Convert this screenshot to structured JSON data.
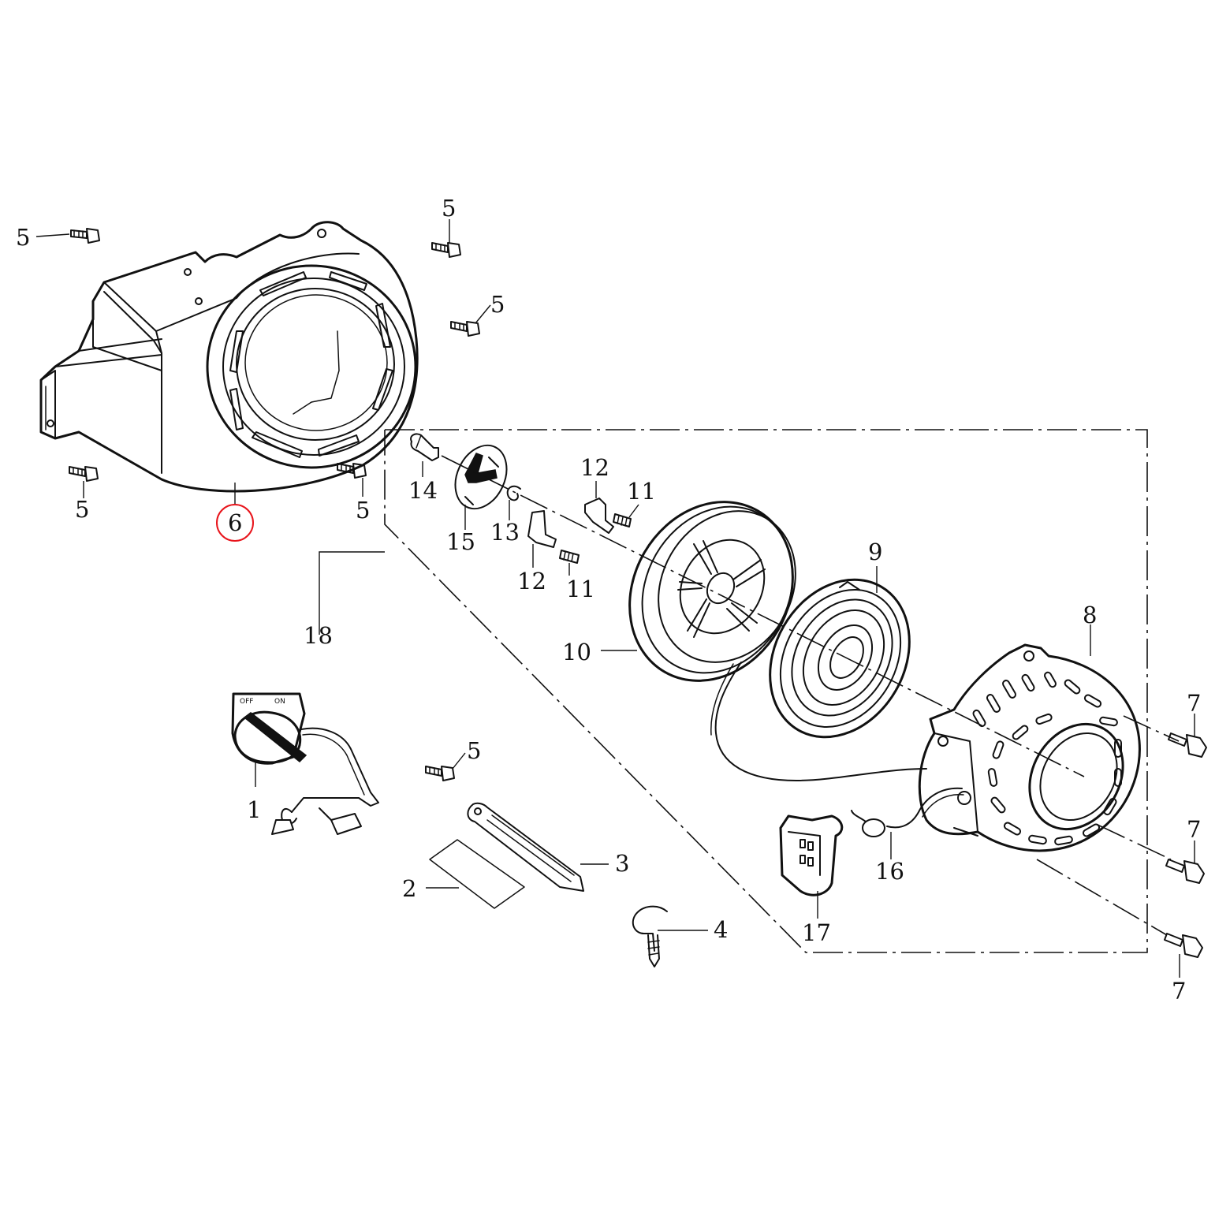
{
  "diagram": {
    "highlight_color": "#e8141b",
    "highlighted_part": "6",
    "callouts": {
      "c1": "1",
      "c2": "2",
      "c3": "3",
      "c4": "4",
      "c5a": "5",
      "c5b": "5",
      "c5c": "5",
      "c5d": "5",
      "c5e": "5",
      "c5f": "5",
      "c6": "6",
      "c7a": "7",
      "c7b": "7",
      "c7c": "7",
      "c8": "8",
      "c9": "9",
      "c10": "10",
      "c11a": "11",
      "c11b": "11",
      "c12a": "12",
      "c12b": "12",
      "c13": "13",
      "c14": "14",
      "c15": "15",
      "c16": "16",
      "c17": "17",
      "c18": "18"
    },
    "switch_labels": {
      "off": "OFF",
      "on": "ON"
    }
  }
}
